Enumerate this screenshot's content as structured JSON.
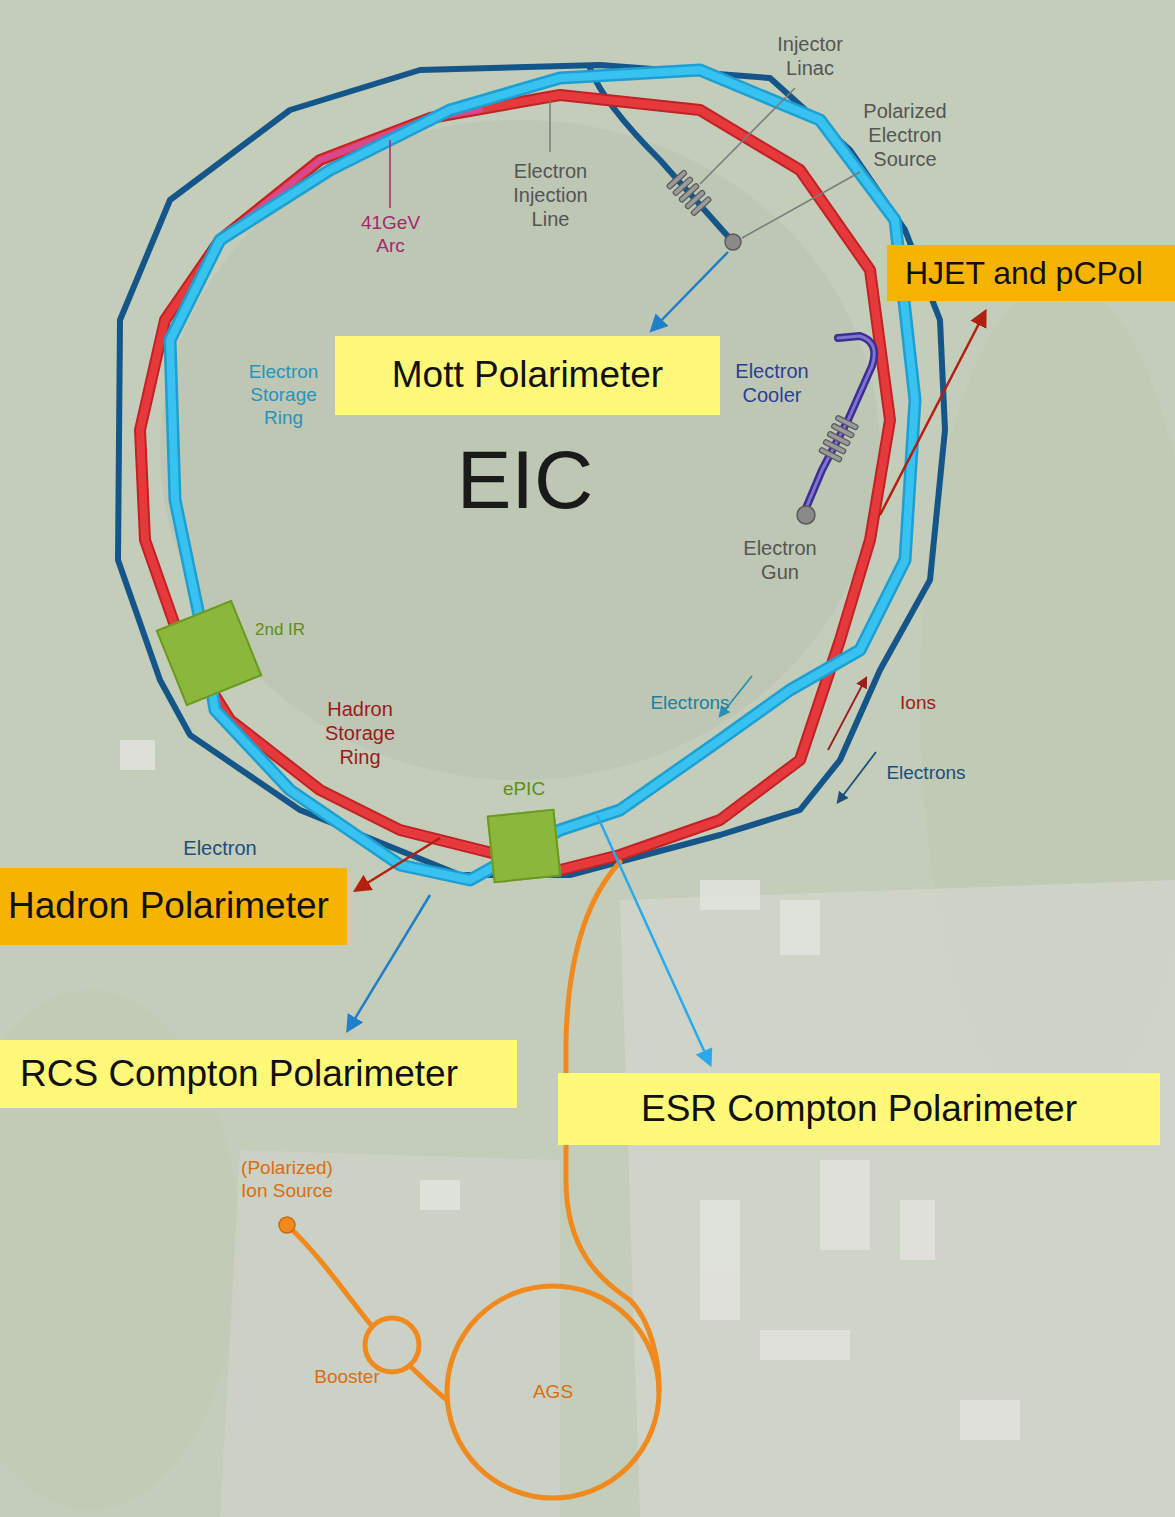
{
  "diagram": {
    "nodes": [
      {
        "text": [
          "Mott Polarimeter"
        ]
      },
      {
        "text": [
          "HJET and pCPol"
        ]
      },
      {
        "text": [
          "2nd IR"
        ]
      },
      {
        "text": [
          "ePIC"
        ]
      },
      {
        "text": [
          "Hadron Polarimeter"
        ]
      },
      {
        "text": [
          "RCS Compton Polarimeter"
        ]
      },
      {
        "text": [
          "ESR Compton Polarimeter"
        ]
      }
    ],
    "labels": [
      "Injector Linac",
      "Polarized Electron Source",
      "41GeV Arc",
      "Electron Injection Line",
      "Electron Storage Ring",
      "EIC",
      "Electron Cooler",
      "Electron Gun",
      "Hadron Storage Ring",
      "Electrons",
      "Ions",
      "Electrons",
      "Electron",
      "(Polarized) Ion Source",
      "Booster",
      "AGS"
    ]
  }
}
